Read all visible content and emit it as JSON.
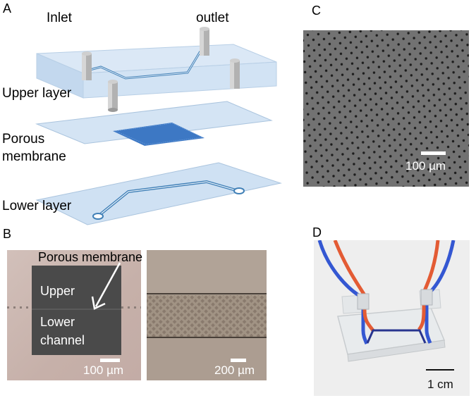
{
  "panelA": {
    "letter": "A",
    "inlet": "Inlet",
    "outlet": "outlet",
    "upper_layer": "Upper layer",
    "porous_line1": "Porous",
    "porous_line2": "membrane",
    "lower_layer": "Lower layer"
  },
  "panelB": {
    "letter": "B",
    "porous_membrane": "Porous membrane",
    "upper": "Upper",
    "lower": "Lower",
    "channel": "channel",
    "scale_left": "100 µm",
    "scale_right": "200 µm"
  },
  "panelC": {
    "letter": "C",
    "scale": "100 µm"
  },
  "panelD": {
    "letter": "D",
    "scale": "1 cm"
  },
  "colors": {
    "layer_fill": "#cfe1f3",
    "layer_edge": "#9ebcd8",
    "channel": "#3f7fb6",
    "membrane_patch": "#3d78c4",
    "sem_bg": "#707070",
    "tube_red": "#e2532a",
    "tube_blue": "#2a4fd0"
  }
}
